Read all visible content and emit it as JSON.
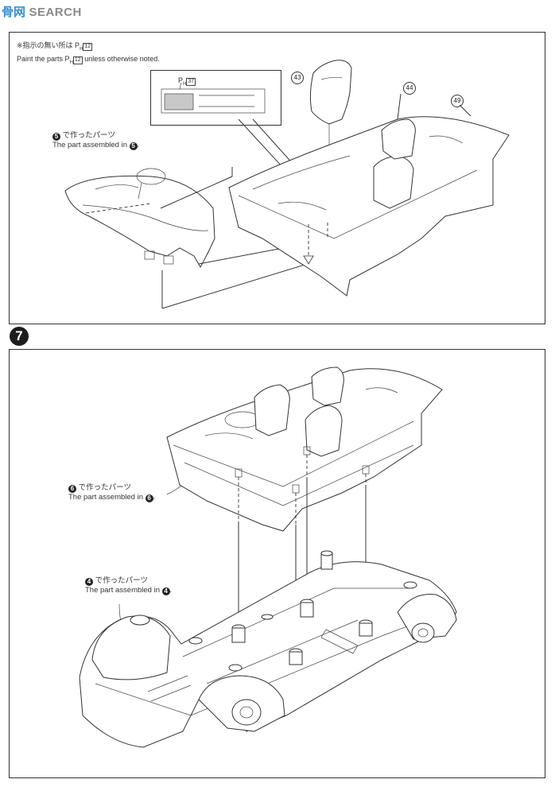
{
  "watermark": {
    "site": "骨网",
    "brand": "SEARCH"
  },
  "section_top": {
    "note_jp": "※指示の無い所は",
    "note_jp_part": "12",
    "note_en_prefix": "Paint the parts",
    "note_en_part": "12",
    "note_en_suffix": "unless otherwise noted.",
    "inset_part": "37",
    "part_ids": [
      "43",
      "44",
      "49"
    ],
    "callout_jp": "で作ったパーツ",
    "callout_en": "The part assembled in",
    "callout_step": "5"
  },
  "step_number": "7",
  "section_bottom": {
    "callout_a_step": "6",
    "callout_a_jp": "で作ったパーツ",
    "callout_a_en": "The part assembled in",
    "callout_b_step": "4",
    "callout_b_jp": "で作ったパーツ",
    "callout_b_en": "The part assembled in"
  }
}
